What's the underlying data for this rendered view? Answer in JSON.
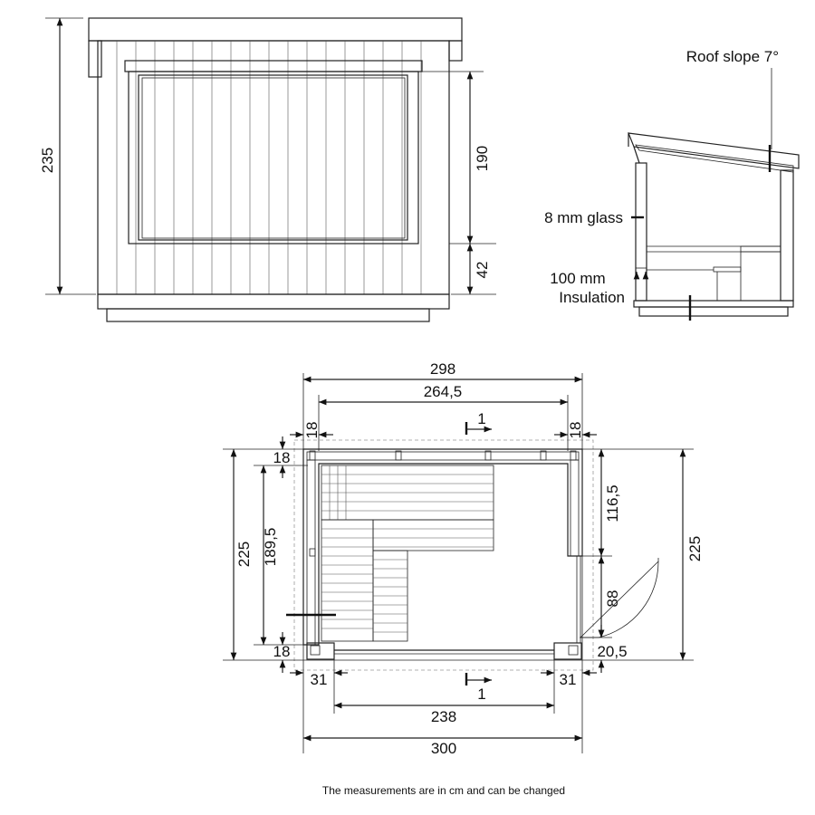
{
  "elevation": {
    "height_total": "235",
    "window_height": "190",
    "base_height": "42"
  },
  "section": {
    "roof_label": "Roof slope 7°",
    "glass_label": "8 mm glass",
    "insulation_line1": "100 mm",
    "insulation_line2": "Insulation"
  },
  "plan": {
    "outer_width_top": "298",
    "inner_width_top": "264,5",
    "wall_left_top": "18",
    "wall_right_top": "18",
    "section_mark": "1",
    "wall_top_left": "18",
    "wall_bottom_left": "18",
    "depth_left_outer": "225",
    "depth_left_inner": "189,5",
    "depth_right": "225",
    "right_wall_upper": "116,5",
    "door_width": "88",
    "door_post": "20,5",
    "post_left_bottom": "31",
    "post_right_bottom": "31",
    "front_opening": "238",
    "outer_width_bottom": "300"
  },
  "footer_note": "The measurements are in cm and can be changed"
}
